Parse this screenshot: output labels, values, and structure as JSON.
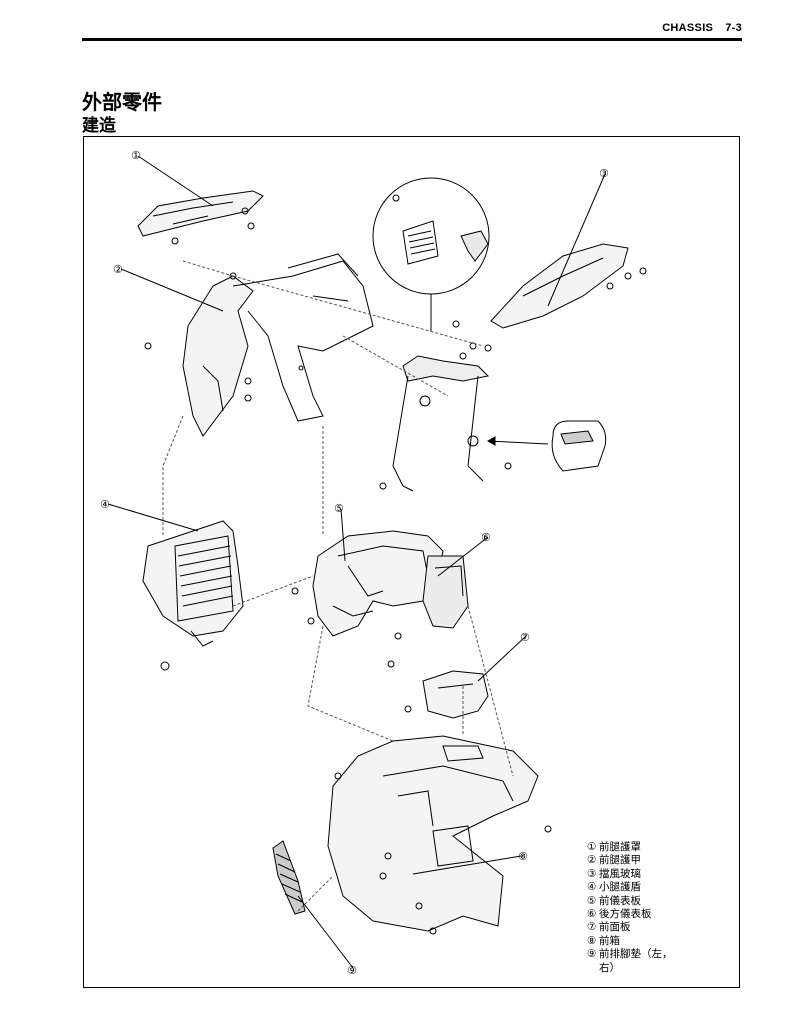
{
  "header": {
    "section": "CHASSIS",
    "page": "7-3"
  },
  "title": {
    "main": "外部零件",
    "sub": "建造"
  },
  "callouts": [
    "①",
    "②",
    "③",
    "④",
    "⑤",
    "⑥",
    "⑦",
    "⑧",
    "⑨"
  ],
  "legend": [
    {
      "num": "①",
      "label": "前腿護罩"
    },
    {
      "num": "②",
      "label": "前腿護甲"
    },
    {
      "num": "③",
      "label": "擋風玻璃"
    },
    {
      "num": "④",
      "label": "小腿護盾"
    },
    {
      "num": "⑤",
      "label": "前儀表板"
    },
    {
      "num": "⑥",
      "label": "後方儀表板"
    },
    {
      "num": "⑦",
      "label": "前面板"
    },
    {
      "num": "⑧",
      "label": "前箱"
    },
    {
      "num": "⑨",
      "label": "前排腳墊（左，",
      "cont": "右）"
    }
  ]
}
